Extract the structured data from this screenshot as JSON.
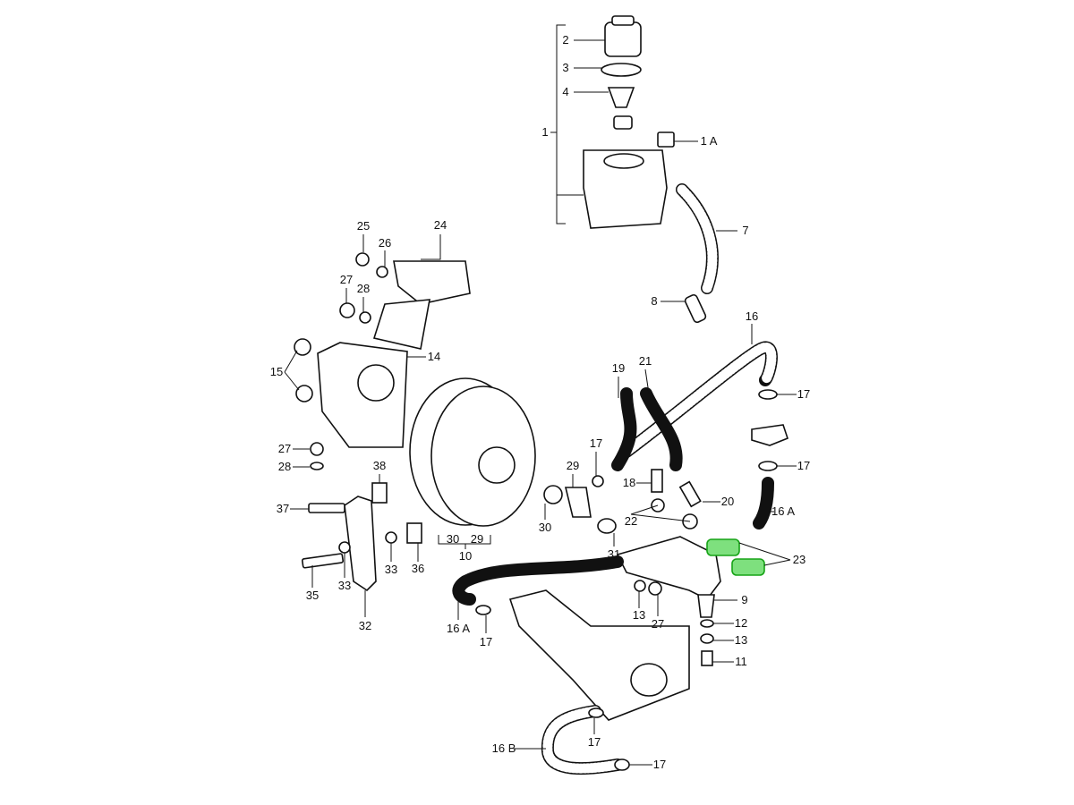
{
  "diagram": {
    "highlight_color": "#33cc33",
    "highlighted_part": "23",
    "labels": [
      "2",
      "3",
      "4",
      "1",
      "1 A",
      "7",
      "8",
      "24",
      "25",
      "26",
      "27",
      "28",
      "16",
      "14",
      "15",
      "19",
      "21",
      "17",
      "17",
      "27",
      "28",
      "38",
      "17",
      "29",
      "18",
      "20",
      "37",
      "22",
      "16 A",
      "30",
      "30",
      "29",
      "10",
      "31",
      "23",
      "35",
      "33",
      "33",
      "36",
      "32",
      "16 A",
      "17",
      "13",
      "27",
      "9",
      "12",
      "13",
      "11",
      "17",
      "16 B",
      "17"
    ]
  }
}
